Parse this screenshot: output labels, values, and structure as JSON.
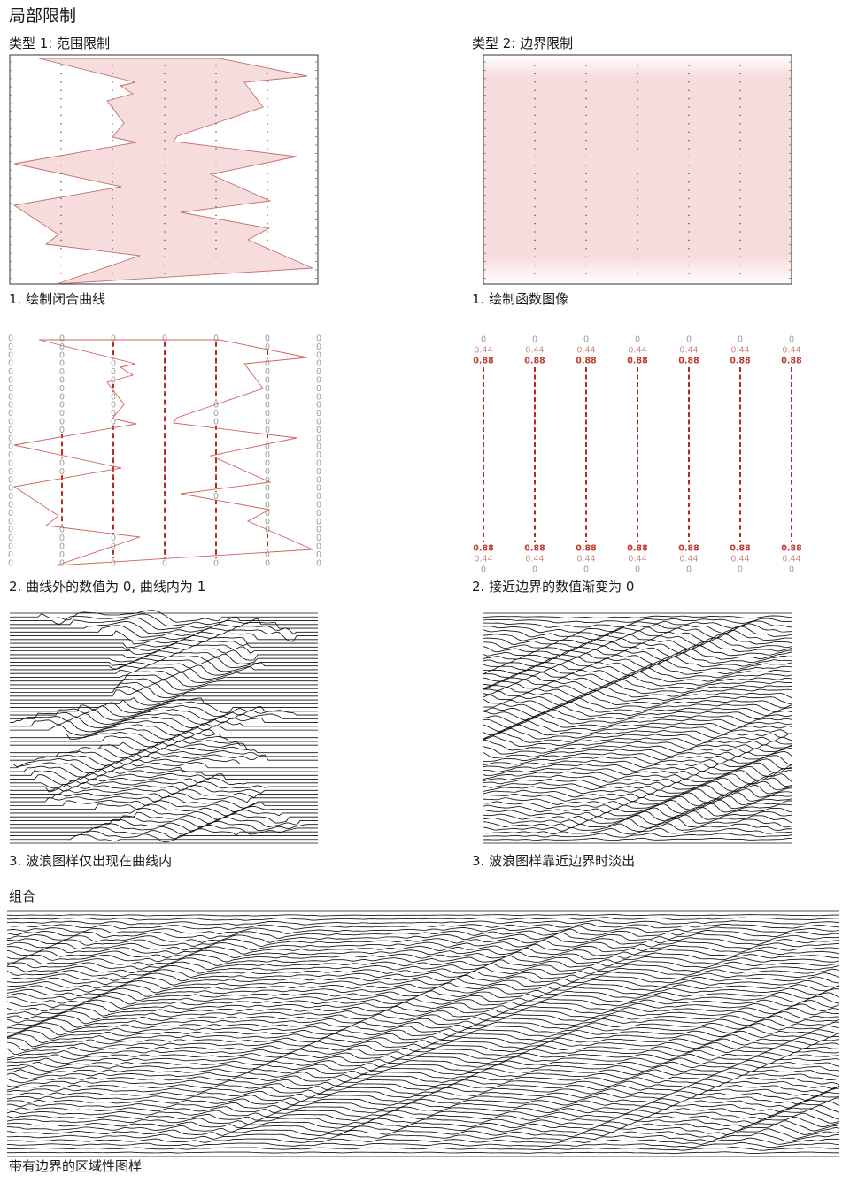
{
  "title": "局部限制",
  "type1": {
    "heading": "类型 1: 范围限制",
    "step1_caption": "1. 绘制闭合曲线",
    "step2_caption": "2. 曲线外的数值为 0, 曲线内为 1",
    "step3_caption": "3. 波浪图样仅出现在曲线内",
    "outside_value": "0",
    "inside_value": "1"
  },
  "type2": {
    "heading": "类型 2: 边界限制",
    "step1_caption": "1. 绘制函数图像",
    "step2_caption": "2. 接近边界的数值渐变为 0",
    "step3_caption": "3. 波浪图样靠近边界时淡出",
    "edge_values": [
      "0",
      "0.44",
      "0.88"
    ]
  },
  "combined": {
    "heading": "组合",
    "caption": "带有边界的区域性图样"
  },
  "colors": {
    "fill_pink": "#f6dcdc",
    "curve_red": "#c0392b",
    "gray_number": "#9b9b9b",
    "line_black": "#111111"
  }
}
